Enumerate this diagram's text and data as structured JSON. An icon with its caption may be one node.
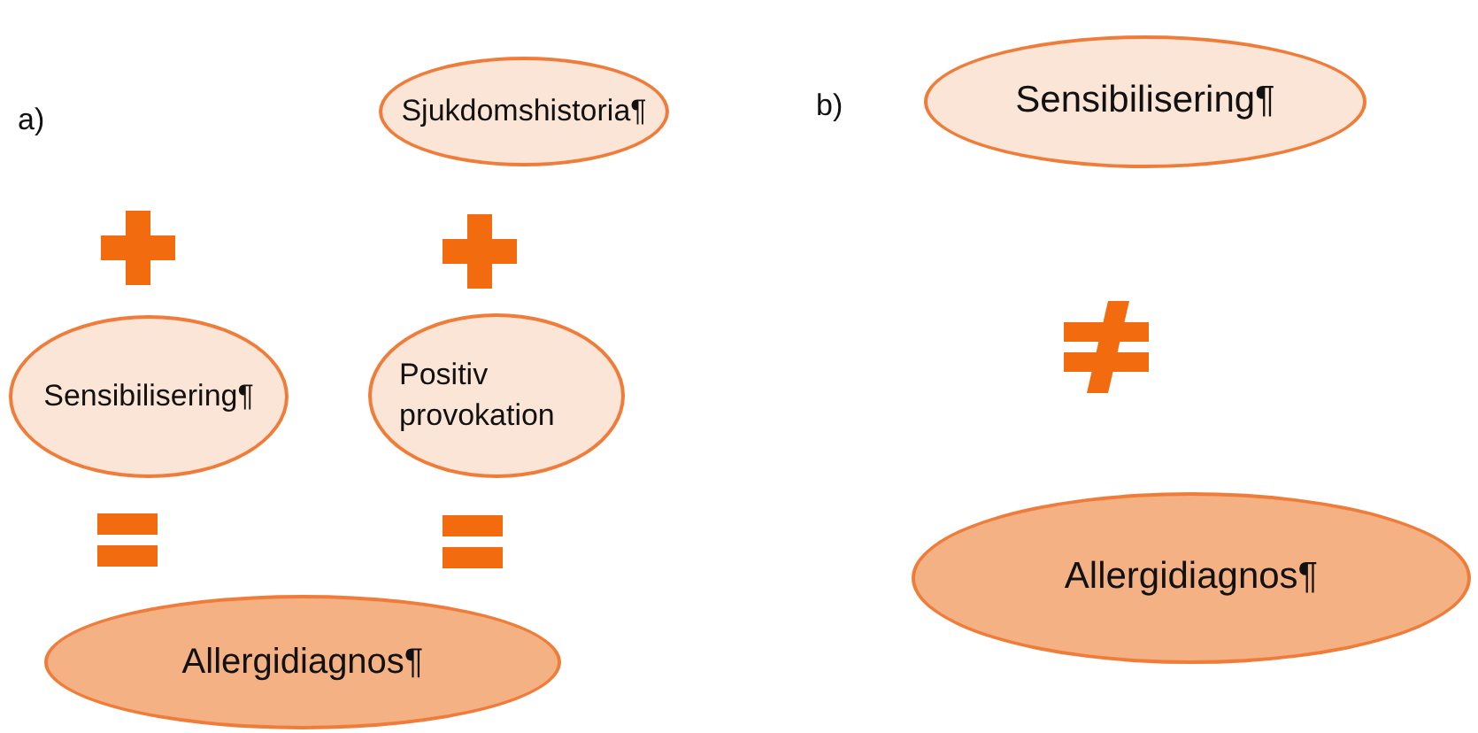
{
  "diagram": {
    "nodes": [
      {
        "text": [
          "Sjukdomshistoria¶"
        ]
      },
      {
        "text": [
          "Sensibilisering¶"
        ]
      },
      {
        "text": [
          "Positiv provokation"
        ]
      },
      {
        "text": [
          "Allergidiagnos¶"
        ]
      },
      {
        "text": [
          "Sensibilisering¶"
        ]
      },
      {
        "text": [
          "Allergidiagnos¶"
        ]
      }
    ],
    "labels": [
      "a)",
      "b)"
    ]
  }
}
